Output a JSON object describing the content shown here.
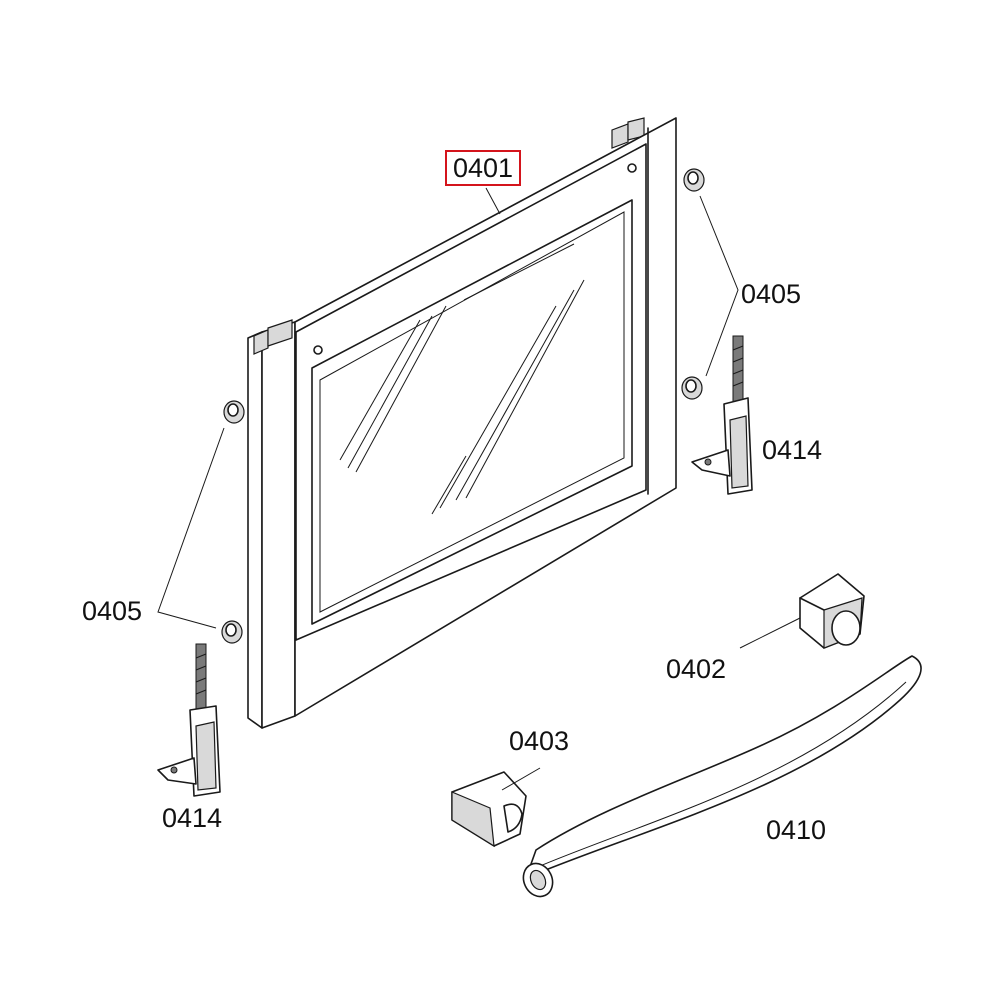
{
  "diagram": {
    "accent_color": "#d4141c",
    "selected_part": "0401",
    "callouts": {
      "door_panel": "0401",
      "spacer_right": "0405",
      "hinge_right": "0414",
      "spacer_left": "0405",
      "hinge_left": "0414",
      "handle_end_right": "0402",
      "handle_end_left": "0403",
      "handle_bar": "0410"
    }
  }
}
